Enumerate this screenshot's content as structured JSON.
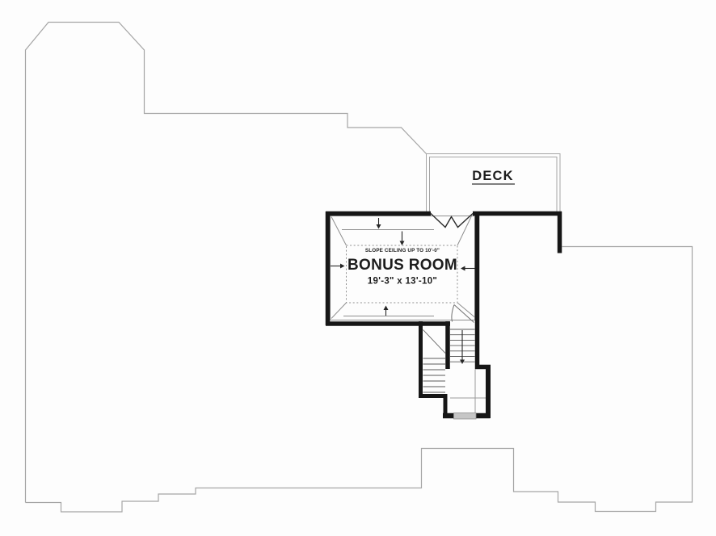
{
  "plan": {
    "deck": {
      "label": "DECK"
    },
    "bonus_room": {
      "slope_note": "SLOPE CEILING UP TO 10'-0\"",
      "name": "BONUS ROOM",
      "dimensions": "19'-3\" x 13'-10\""
    }
  },
  "colors": {
    "background": "#fdfdfd",
    "outline": "#a5a5a5",
    "wall": "#161616",
    "detail": "#8f8f8f",
    "text": "#1d1d1d",
    "window_sill": "#c6c6c6"
  }
}
